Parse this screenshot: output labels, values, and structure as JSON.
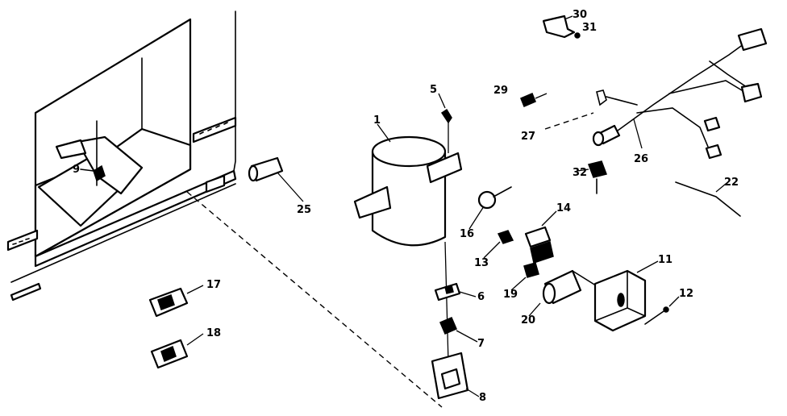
{
  "callouts": {
    "c1": "1",
    "c5": "5",
    "c6": "6",
    "c7": "7",
    "c8": "8",
    "c9": "9",
    "c11": "11",
    "c12": "12",
    "c13": "13",
    "c14": "14",
    "c16": "16",
    "c17": "17",
    "c18": "18",
    "c19": "19",
    "c20": "20",
    "c22": "22",
    "c25": "25",
    "c26": "26",
    "c27": "27",
    "c29": "29",
    "c30": "30",
    "c31": "31",
    "c32": "32"
  }
}
